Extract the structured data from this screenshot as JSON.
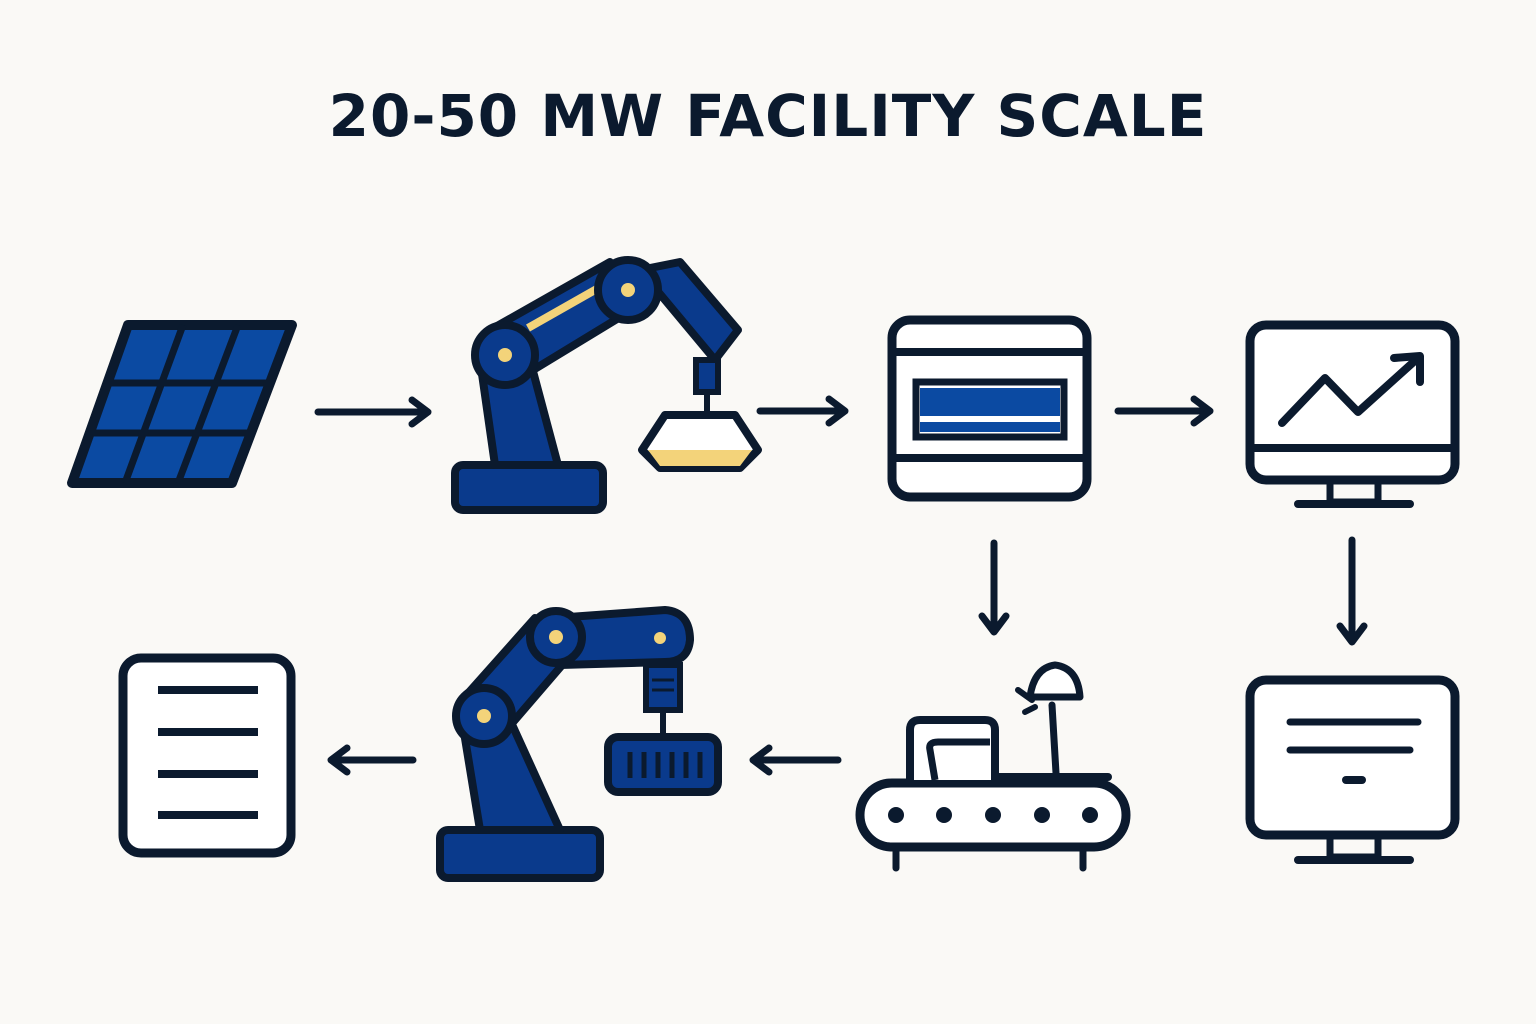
{
  "title": "20-50 MW FACILITY SCALE",
  "colors": {
    "background": "#faf9f6",
    "outline": "#0b1a2e",
    "robot_blue": "#0a3a8c",
    "panel_blue": "#0b4aa2",
    "accent_yellow": "#f3d37a",
    "white": "#ffffff"
  },
  "nodes": [
    {
      "id": "solar-panel",
      "icon": "solar-panel-icon"
    },
    {
      "id": "robot-arm-gripper",
      "icon": "robot-arm-icon"
    },
    {
      "id": "laminator-machine",
      "icon": "machine-icon"
    },
    {
      "id": "monitor-chart",
      "icon": "monitor-chart-icon"
    },
    {
      "id": "monitor-text",
      "icon": "monitor-text-icon"
    },
    {
      "id": "conveyor",
      "icon": "conveyor-icon"
    },
    {
      "id": "robot-arm-crate",
      "icon": "robot-arm-icon"
    },
    {
      "id": "document",
      "icon": "document-icon"
    }
  ],
  "edges": [
    {
      "from": "solar-panel",
      "to": "robot-arm-gripper",
      "direction": "right"
    },
    {
      "from": "robot-arm-gripper",
      "to": "laminator-machine",
      "direction": "right"
    },
    {
      "from": "laminator-machine",
      "to": "monitor-chart",
      "direction": "right"
    },
    {
      "from": "laminator-machine",
      "to": "conveyor",
      "direction": "down"
    },
    {
      "from": "monitor-chart",
      "to": "monitor-text",
      "direction": "down"
    },
    {
      "from": "conveyor",
      "to": "robot-arm-crate",
      "direction": "left"
    },
    {
      "from": "robot-arm-crate",
      "to": "document",
      "direction": "left"
    }
  ]
}
